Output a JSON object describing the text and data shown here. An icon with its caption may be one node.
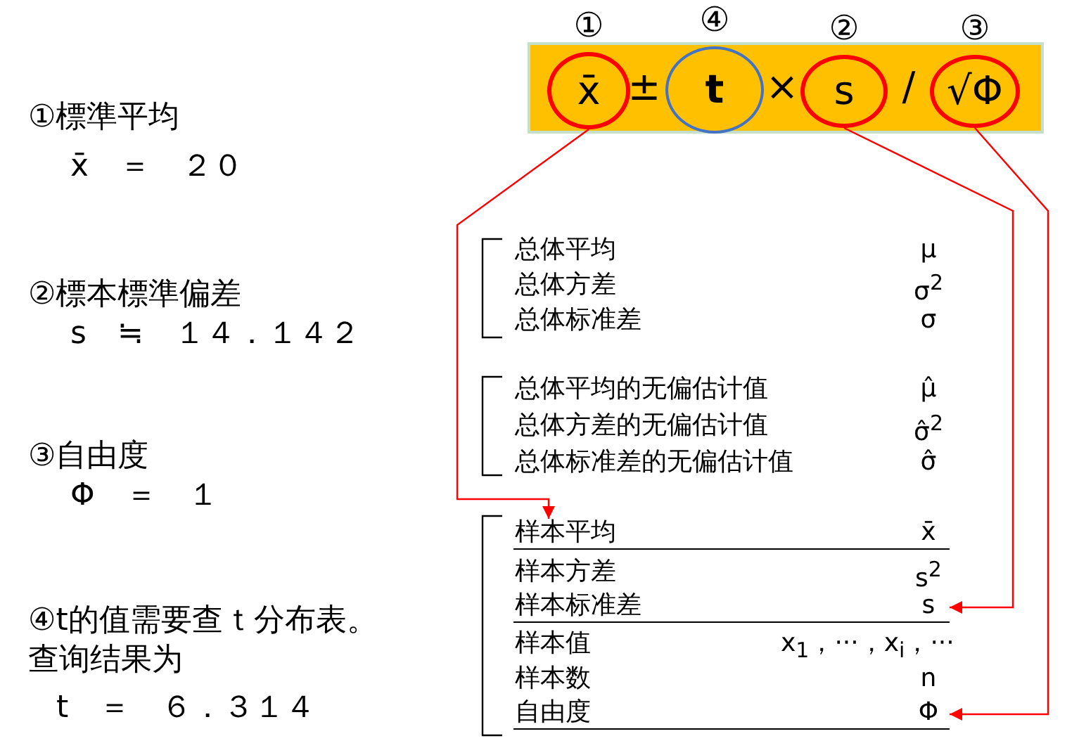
{
  "diagram": {
    "nodes": [
      {
        "text": [
          "±",
          "×",
          "/"
        ]
      },
      {
        "text": [
          "x̄"
        ],
        "in": 0,
        "beside": [
          "①"
        ]
      },
      {
        "text": [
          "t"
        ],
        "in": 0,
        "beside": [
          "④"
        ]
      },
      {
        "text": [
          "s"
        ],
        "in": 0,
        "beside": [
          "②"
        ]
      },
      {
        "text": [
          "√Φ"
        ],
        "in": 0,
        "beside": [
          "③"
        ]
      },
      {
        "text": [
          "样本平均",
          "x̄"
        ]
      },
      {
        "text": [
          "样本标准差",
          "s"
        ]
      },
      {
        "text": [
          "自由度",
          "Φ"
        ]
      }
    ],
    "edges": [
      {
        "from": 1,
        "to": 5,
        "arrow": "to"
      },
      {
        "from": 3,
        "to": 6,
        "arrow": "to"
      },
      {
        "from": 4,
        "to": 7,
        "arrow": "to"
      }
    ],
    "labels": [
      "①標準平均",
      "x̄　＝　２０",
      "②標本標準偏差",
      "s　≒　１４．１４２",
      "③自由度",
      "Φ　＝　１",
      "④t的值需要查ｔ分布表。",
      "查询结果为",
      "t　＝　６．３１４",
      "总体平均",
      "μ",
      "总体方差",
      "σ$^{2}$",
      "总体标准差",
      "σ",
      "总体平均的无偏估计值",
      "μ̂",
      "总体方差的无偏估计值",
      "σ̂$^{2}$",
      "总体标准差的无偏估计值",
      "σ̂",
      "样本方差",
      "s$^{2}$",
      "样本值",
      "x$_{1}$，···，x$_{i}$，···",
      "样本数",
      "n"
    ]
  }
}
